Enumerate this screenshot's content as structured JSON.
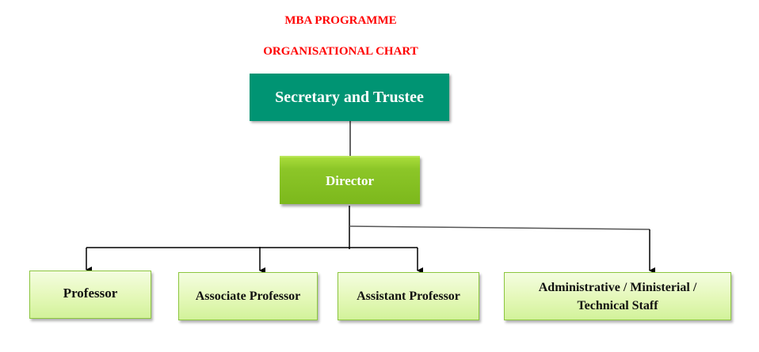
{
  "header": {
    "title": "MBA PROGRAMME",
    "subtitle": "ORGANISATIONAL CHART"
  },
  "chart": {
    "root": {
      "label": "Secretary and Trustee",
      "color": "#009473"
    },
    "level2": {
      "label": "Director",
      "color": "#7cb81c"
    },
    "level3": [
      {
        "label": "Professor"
      },
      {
        "label": "Associate Professor"
      },
      {
        "label": "Assistant Professor"
      },
      {
        "label": "Administrative / Ministerial / Technical Staff"
      }
    ],
    "leaf_color": "#e4f8b8",
    "title_color": "#ff0000"
  }
}
